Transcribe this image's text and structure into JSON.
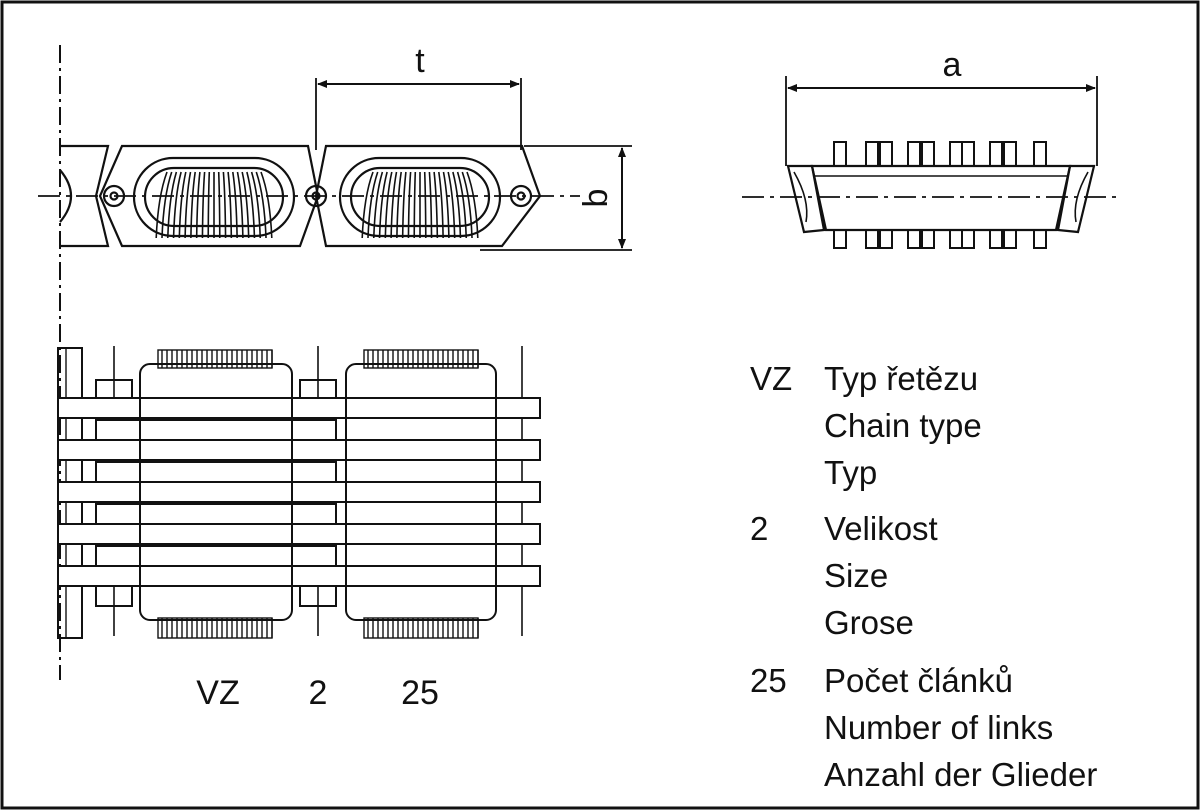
{
  "dimensions": {
    "pitch": "t",
    "width": "a",
    "height": "b"
  },
  "designation": {
    "type": "VZ",
    "size": "2",
    "links": "25"
  },
  "legend": [
    {
      "code": "VZ",
      "lines": [
        "Typ řetězu",
        "Chain type",
        "Typ"
      ]
    },
    {
      "code": "2",
      "lines": [
        "Velikost",
        "Size",
        "Grose"
      ]
    },
    {
      "code": "25",
      "lines": [
        "Počet článků",
        "Number of links",
        "Anzahl der Glieder"
      ]
    }
  ]
}
